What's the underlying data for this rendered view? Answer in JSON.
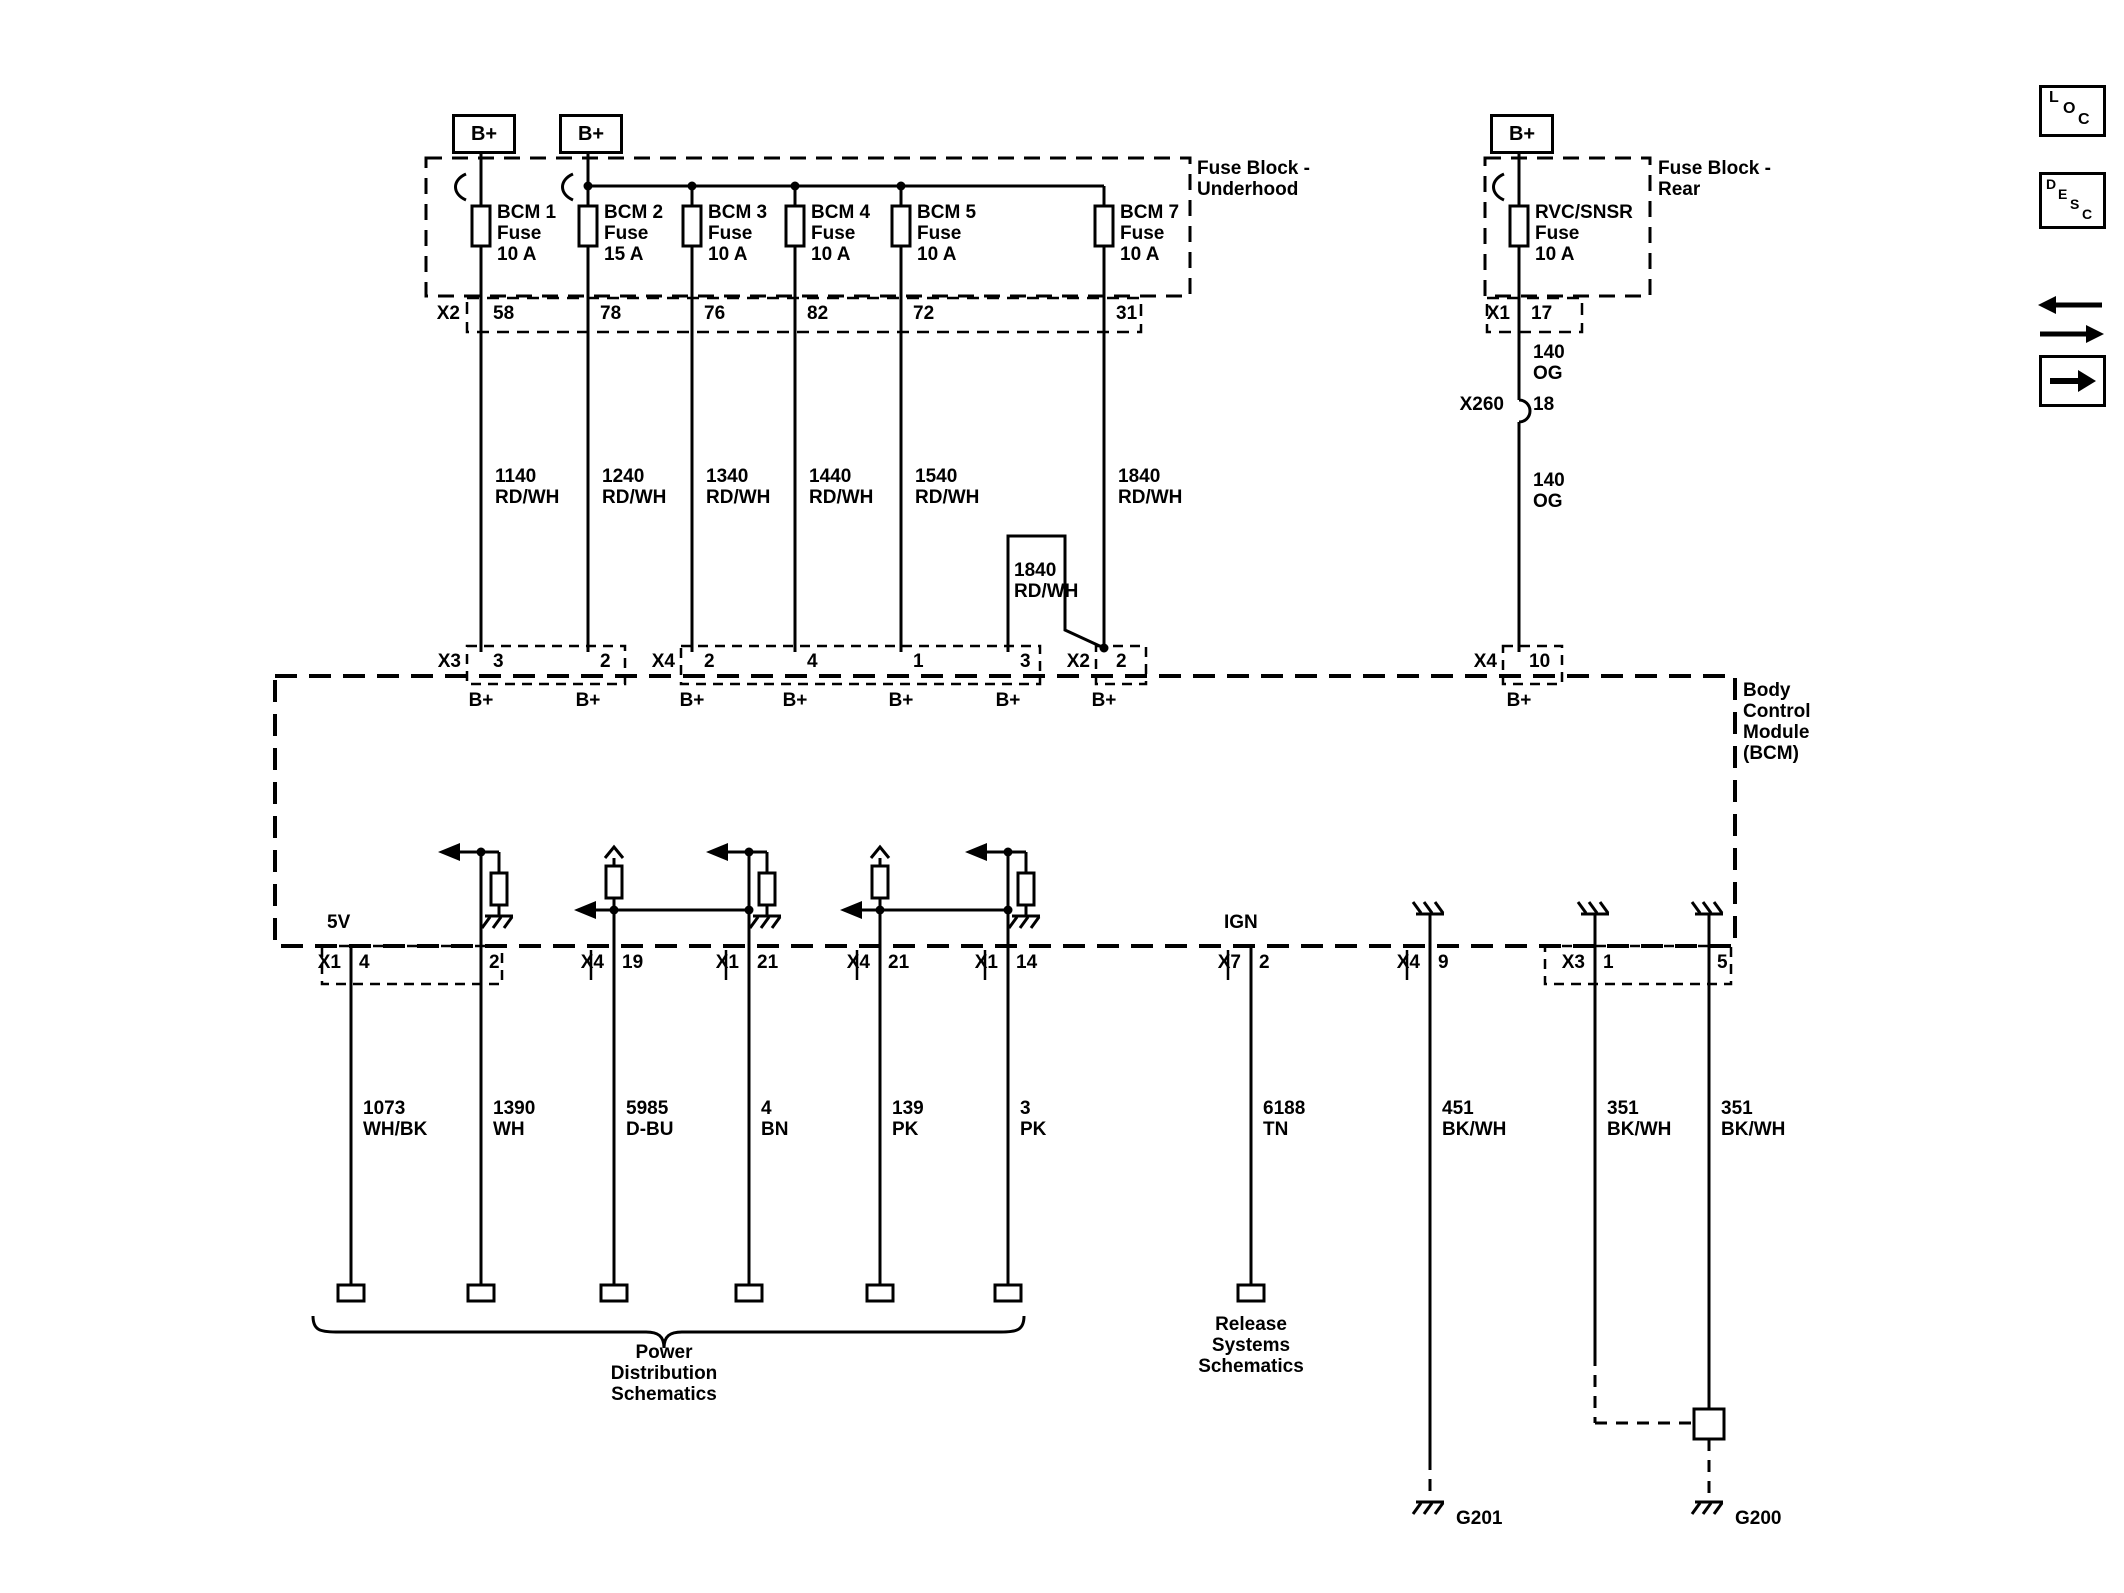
{
  "bplus_label": "B+",
  "underhood": {
    "block_label": "Fuse Block -\nUnderhood",
    "fuses": [
      "BCM 1\nFuse\n10 A",
      "BCM 2\nFuse\n15 A",
      "BCM 3\nFuse\n10 A",
      "BCM 4\nFuse\n10 A",
      "BCM 5\nFuse\n10 A",
      "BCM 7\nFuse\n10 A"
    ],
    "connector": "X2",
    "pins": [
      "58",
      "78",
      "76",
      "82",
      "72",
      "31"
    ]
  },
  "rear": {
    "block_label": "Fuse Block -\nRear",
    "fuse": "RVC/SNSR\nFuse\n10 A",
    "connector": "X1",
    "pin": "17",
    "wire_upper": "140\nOG",
    "inline_connector": "X260",
    "inline_pin": "18",
    "wire_lower": "140\nOG"
  },
  "wires_top": [
    "1140\nRD/WH",
    "1240\nRD/WH",
    "1340\nRD/WH",
    "1440\nRD/WH",
    "1540\nRD/WH",
    "1840\nRD/WH"
  ],
  "wire_jog": "1840\nRD/WH",
  "bcm": {
    "label": "Body\nControl\nModule\n(BCM)",
    "bplus": "B+",
    "five_v": "5V",
    "ign": "IGN",
    "top_row": {
      "x3": "X3",
      "x3_pin_a": "3",
      "x3_pin_b": "2",
      "x4": "X4",
      "x4_pin_a": "2",
      "x4_pin_b": "4",
      "x4_pin_c": "1",
      "x4_pin_d": "3",
      "x2": "X2",
      "x2_pin": "2",
      "x4_right": "X4",
      "x4_right_pin": "10"
    },
    "bottom_row": {
      "x1_a": "X1",
      "pin4": "4",
      "pin2": "2",
      "x4_a": "X4",
      "pin19": "19",
      "x1_b": "X1",
      "pin21a": "21",
      "x4_b": "X4",
      "pin21b": "21",
      "x1_c": "X1",
      "pin14": "14",
      "x7": "X7",
      "x7_pin": "2",
      "x4_c": "X4",
      "pin9": "9",
      "x3": "X3",
      "pin1": "1",
      "pin5": "5"
    }
  },
  "wires_bottom": [
    "1073\nWH/BK",
    "1390\nWH",
    "5985\nD-BU",
    "4\nBN",
    "139\nPK",
    "3\nPK",
    "6188\nTN",
    "451\nBK/WH",
    "351\nBK/WH",
    "351\nBK/WH"
  ],
  "footer": {
    "power": "Power\nDistribution\nSchematics",
    "release": "Release\nSystems\nSchematics",
    "g201": "G201",
    "g200": "G200"
  },
  "corner_icons": {
    "loc": {
      "l": "L",
      "o": "O",
      "c": "C"
    },
    "desc": {
      "d": "D",
      "e": "E",
      "s": "S",
      "c": "C"
    }
  }
}
